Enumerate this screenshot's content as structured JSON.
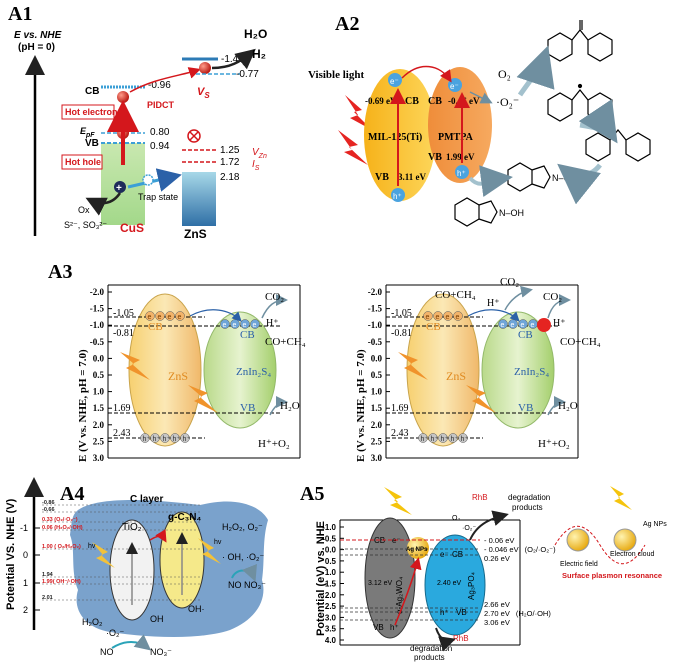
{
  "panels": {
    "a1": {
      "label": "A1",
      "axis_title": "E vs. NHE",
      "axis_sub": "(pH = 0)",
      "cb": "CB",
      "vb": "VB",
      "cb_val": "-0.96",
      "efp": "E",
      "efp_sub": "pF",
      "efp_val": "0.80",
      "vb_val": "0.94",
      "hot_electron": "Hot electron",
      "hot_hole": "Hot hole",
      "pidct": "PIDCT",
      "vs": "V",
      "vs_sub": "S",
      "vs_val": "-0.77",
      "h2o_val": "-1.48",
      "h2o": "H₂O",
      "h2": "H₂",
      "v125": "1.25",
      "v172": "1.72",
      "v218": "2.18",
      "vzn": "V",
      "vzn_sub": "Zn",
      "is": "I",
      "is_sub": "S",
      "trap": "Trap state",
      "ox": "Ox",
      "sulfide": "S²⁻, SO₃²⁻",
      "cus": "CuS",
      "zns": "ZnS",
      "hplus": "+"
    },
    "a2": {
      "label": "A2",
      "visible_light": "Visible light",
      "mil": "MIL-125(Ti)",
      "pmtpa": "PMTPA",
      "cb_left": "-0.69 eV",
      "cb": "CB",
      "vb": "VB",
      "cb_right": "-0.46 eV",
      "vb_right": "1.99 eV",
      "vb_left": "3.11 eV",
      "o2": "O₂",
      "o2rad": "·O₂⁻",
      "e": "e⁻",
      "h": "h⁺",
      "radical": "N–O•",
      "nohp": "N–OH"
    },
    "a3": {
      "label": "A3",
      "ylabel": "E (V vs. NHE, pH = 7.0)",
      "ticks": [
        "-2.0",
        "-1.5",
        "-1.0",
        "-0.5",
        "0.0",
        "0.5",
        "1.0",
        "1.5",
        "2.0",
        "2.5",
        "3.0"
      ],
      "levels": [
        "-1.05",
        "-0.81",
        "1.69",
        "2.43"
      ],
      "cb": "CB",
      "vb": "VB",
      "zns": "ZnS",
      "znin": "ZnIn₂S₄",
      "co2": "CO₂",
      "hplus": "H⁺",
      "coch4": "CO+CH₄",
      "h2o": "H₂O",
      "hpo2": "H⁺+O₂",
      "e": "e",
      "h": "h⁺"
    },
    "a4": {
      "label": "A4",
      "ylabel": "Potential VS. NHE  (V)",
      "ticks": [
        "-1",
        "0",
        "1",
        "2"
      ],
      "clayer": "C layer",
      "tio2": "TiO₂",
      "gcn": "g-C₃N₄",
      "levels": [
        "-0.86",
        "-0.66",
        "0.33 (O₂/·O₂⁻)",
        "0.06 (H₂O₂/·OH)",
        "1.00 ( O₂/H₂O₂)",
        "1.94",
        "1.99( OH⁻/·OH)",
        "2.01"
      ],
      "h2o2_o2": "H₂O₂, O₂⁻",
      "oh_o2": "· OH, ·O₂⁻",
      "no_no3": "NO   NO₃⁻",
      "h2o2": "H₂O₂",
      "o2rad": "·O₂⁻",
      "oh": "OH",
      "ohdot": "OH·",
      "no": "NO",
      "no3": "NO₃⁻",
      "hv": "hv"
    },
    "a5": {
      "label": "A5",
      "ylabel": "Potential (eV) vs. NHE",
      "ticks": [
        "-1.0",
        "-0.5",
        "0.0",
        "0.5",
        "1.0",
        "1.5",
        "2.0",
        "2.5",
        "3.0",
        "3.5",
        "4.0"
      ],
      "rhb": "RhB",
      "degradation": "degradation",
      "products": "products",
      "agnps": "Ag NPs",
      "wo3": "α-Ag₂WO₄",
      "ag3po4": "Ag₃PO₄",
      "gap_left": "3.12 eV",
      "gap_right": "2.40 eV",
      "cb": "CB",
      "vb": "VB",
      "e": "e⁻",
      "h": "h⁺",
      "o2": "O₂",
      "o2rad": "·O₂⁻",
      "v1": "- 0.06 eV",
      "v2": "- 0.046 eV",
      "v2b": "(O₂/·O₂⁻)",
      "v3": "0.26 eV",
      "v4": "2.66 eV",
      "v5": "2.70 eV",
      "v5b": "(H₂O/·OH)",
      "v6": "3.06 eV",
      "electric_field": "Electric field",
      "electron_cloud": "Electron cloud",
      "spr": "Surface plasmon resonance",
      "ag_nps": "Ag NPs"
    }
  },
  "colors": {
    "red": "#d4171c",
    "orange_grad": "#f4a25a",
    "green": "#8cc63f",
    "zns_blue": "#2d7bb6",
    "gold": "#f5c242",
    "teal": "#00a6d6"
  }
}
